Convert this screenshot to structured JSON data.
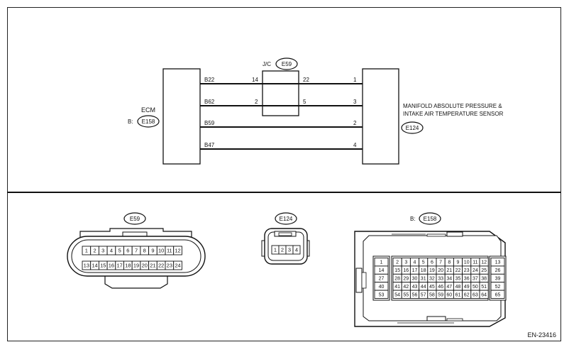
{
  "diagram": {
    "ecm": {
      "label": "ECM",
      "connector_prefix": "B:",
      "connector": "E158"
    },
    "jc": {
      "label": "J/C",
      "connector": "E59"
    },
    "sensor": {
      "label_line1": "MANIFOLD ABSOLUTE PRESSURE &",
      "label_line2": "INTAKE AIR TEMPERATURE SENSOR",
      "connector": "E124"
    },
    "wires": [
      {
        "ecm_pin": "B22",
        "jc_in": "14",
        "jc_out": "22",
        "sensor_pin": "1"
      },
      {
        "ecm_pin": "B62",
        "jc_in": "2",
        "jc_out": "5",
        "sensor_pin": "3"
      },
      {
        "ecm_pin": "B59",
        "jc_in": "",
        "jc_out": "",
        "sensor_pin": "2"
      },
      {
        "ecm_pin": "B47",
        "jc_in": "",
        "jc_out": "",
        "sensor_pin": "4"
      }
    ]
  },
  "connectors": {
    "e59": {
      "tag": "E59",
      "row1": [
        "1",
        "2",
        "3",
        "4",
        "5",
        "6",
        "7",
        "8",
        "9",
        "10",
        "11",
        "12"
      ],
      "row2": [
        "13",
        "14",
        "15",
        "16",
        "17",
        "18",
        "19",
        "20",
        "21",
        "22",
        "23",
        "24"
      ]
    },
    "e124": {
      "tag": "E124",
      "pins": [
        "1",
        "2",
        "3",
        "4"
      ]
    },
    "e158": {
      "prefix": "B:",
      "tag": "E158",
      "left_col": [
        "1",
        "14",
        "27",
        "40",
        "53"
      ],
      "right_col": [
        "13",
        "26",
        "39",
        "52",
        "65"
      ],
      "grid": [
        [
          "2",
          "3",
          "4",
          "5",
          "6",
          "7",
          "8",
          "9",
          "10",
          "11",
          "12"
        ],
        [
          "15",
          "16",
          "17",
          "18",
          "19",
          "20",
          "21",
          "22",
          "23",
          "24",
          "25"
        ],
        [
          "28",
          "29",
          "30",
          "31",
          "32",
          "33",
          "34",
          "35",
          "36",
          "37",
          "38"
        ],
        [
          "41",
          "42",
          "43",
          "44",
          "45",
          "46",
          "47",
          "48",
          "49",
          "50",
          "51"
        ],
        [
          "54",
          "55",
          "56",
          "57",
          "58",
          "59",
          "60",
          "61",
          "62",
          "63",
          "64"
        ]
      ]
    }
  },
  "figure_code": "EN-23416"
}
